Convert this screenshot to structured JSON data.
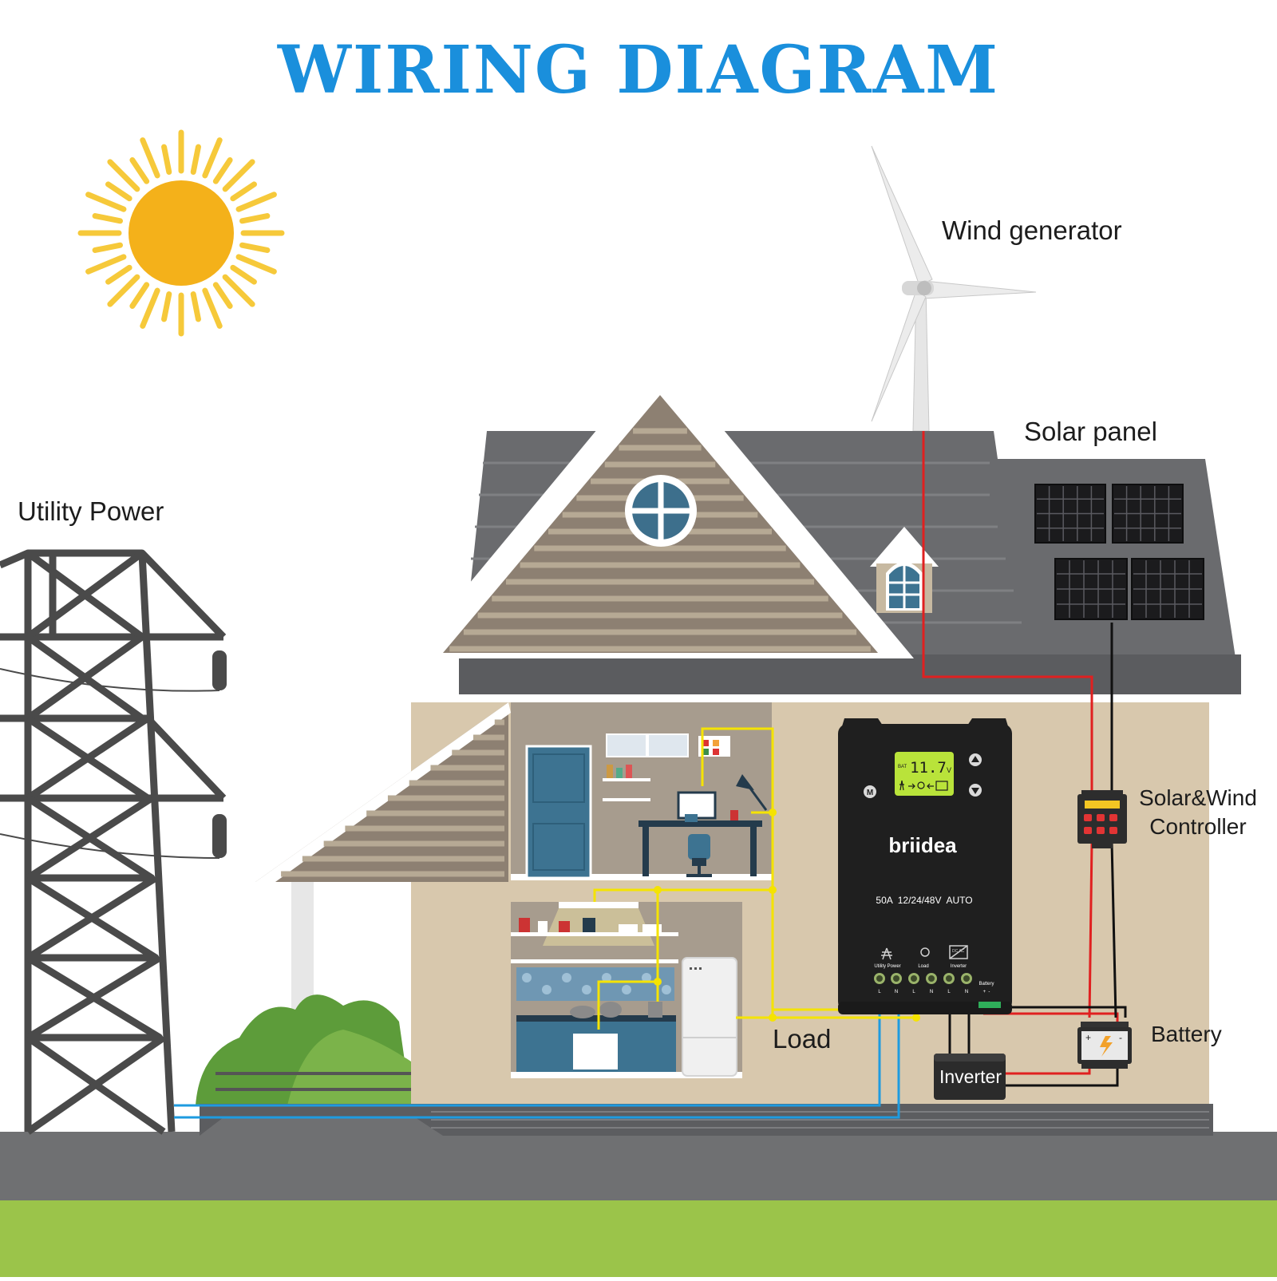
{
  "title": "WIRING DIAGRAM",
  "labels": {
    "wind_generator": "Wind generator",
    "solar_panel": "Solar panel",
    "utility_power": "Utility Power",
    "controller_line1": "Solar&Wind",
    "controller_line2": "Controller",
    "battery": "Battery",
    "load": "Load",
    "inverter": "Inverter"
  },
  "controller": {
    "brand": "briidea",
    "spec": "50A  12/24/48V  AUTO",
    "display_value": "11.7",
    "display_unit": "V",
    "display_tag": "BAT",
    "button_m": "M",
    "terminal_groups": [
      "Utility Power",
      "Load",
      "Inverter"
    ],
    "terminal_letters": [
      "L",
      "N",
      "L",
      "N",
      "L",
      "N"
    ],
    "battery_terminal_label": "Battery",
    "battery_terminal_signs": "+  -",
    "inverter_icon_text": "DC\nAC"
  },
  "colors": {
    "title_blue": "#1a8fdc",
    "wire_positive": "#e02020",
    "wire_negative": "#111111",
    "wire_load": "#f5e300",
    "wire_utility": "#1e9be0",
    "sun": "#f4b11a",
    "roof": "#6a6b6e",
    "wall": "#d8c8ad",
    "grass": "#9bc44a",
    "ground": "#6f7072"
  }
}
